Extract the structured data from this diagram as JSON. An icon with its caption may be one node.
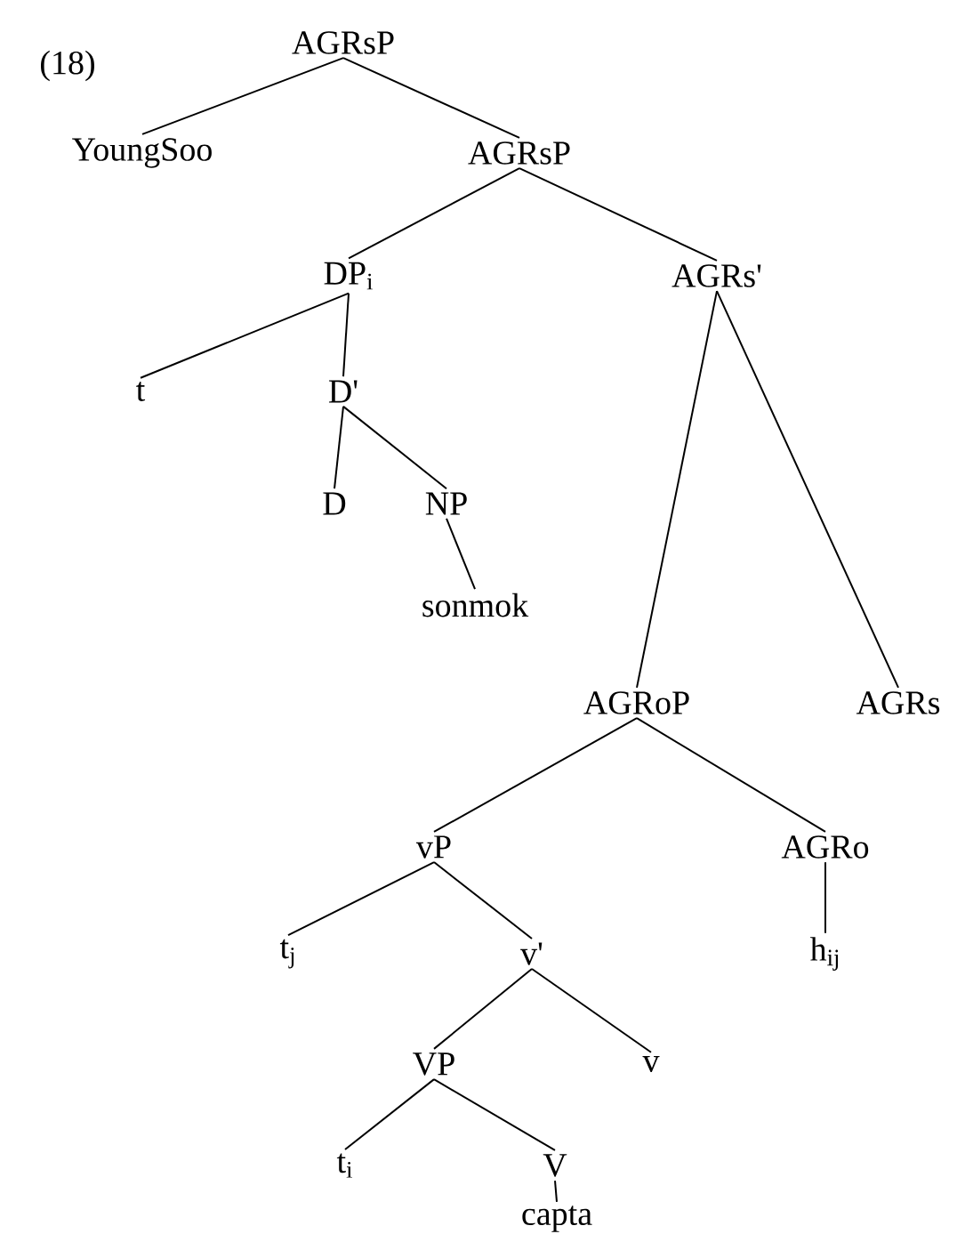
{
  "diagram": {
    "nodes": [
      {
        "text": [
          "AGRsP"
        ]
      },
      {
        "text": [
          "YoungSoo"
        ]
      },
      {
        "text": [
          "AGRsP"
        ]
      },
      {
        "text": [
          "DP$_{i}$"
        ]
      },
      {
        "text": [
          "AGRs'"
        ]
      },
      {
        "text": [
          "t"
        ]
      },
      {
        "text": [
          "D'"
        ]
      },
      {
        "text": [
          "D"
        ]
      },
      {
        "text": [
          "NP"
        ]
      },
      {
        "text": [
          "sonmok"
        ]
      },
      {
        "text": [
          "AGRoP"
        ]
      },
      {
        "text": [
          "AGRs"
        ]
      },
      {
        "text": [
          "vP"
        ]
      },
      {
        "text": [
          "AGRo"
        ]
      },
      {
        "text": [
          "t$_{j}$"
        ]
      },
      {
        "text": [
          "v'"
        ]
      },
      {
        "text": [
          "h$_{ij}$"
        ]
      },
      {
        "text": [
          "VP"
        ]
      },
      {
        "text": [
          "v"
        ]
      },
      {
        "text": [
          "t$_{i}$"
        ]
      },
      {
        "text": [
          "V"
        ]
      },
      {
        "text": [
          "capta"
        ]
      }
    ],
    "edges": [
      {
        "from": 0,
        "to": 1,
        "arrow": "none"
      },
      {
        "from": 0,
        "to": 2,
        "arrow": "none"
      },
      {
        "from": 2,
        "to": 3,
        "arrow": "none"
      },
      {
        "from": 2,
        "to": 4,
        "arrow": "none"
      },
      {
        "from": 3,
        "to": 5,
        "arrow": "none"
      },
      {
        "from": 3,
        "to": 6,
        "arrow": "none"
      },
      {
        "from": 6,
        "to": 7,
        "arrow": "none"
      },
      {
        "from": 6,
        "to": 8,
        "arrow": "none"
      },
      {
        "from": 8,
        "to": 9,
        "arrow": "none"
      },
      {
        "from": 4,
        "to": 10,
        "arrow": "none"
      },
      {
        "from": 4,
        "to": 11,
        "arrow": "none"
      },
      {
        "from": 10,
        "to": 12,
        "arrow": "none"
      },
      {
        "from": 10,
        "to": 13,
        "arrow": "none"
      },
      {
        "from": 12,
        "to": 14,
        "arrow": "none"
      },
      {
        "from": 12,
        "to": 15,
        "arrow": "none"
      },
      {
        "from": 13,
        "to": 16,
        "arrow": "none"
      },
      {
        "from": 15,
        "to": 17,
        "arrow": "none"
      },
      {
        "from": 15,
        "to": 18,
        "arrow": "none"
      },
      {
        "from": 17,
        "to": 19,
        "arrow": "none"
      },
      {
        "from": 17,
        "to": 20,
        "arrow": "none"
      },
      {
        "from": 20,
        "to": 21,
        "arrow": "none"
      }
    ],
    "labels": [
      "(18)"
    ]
  }
}
